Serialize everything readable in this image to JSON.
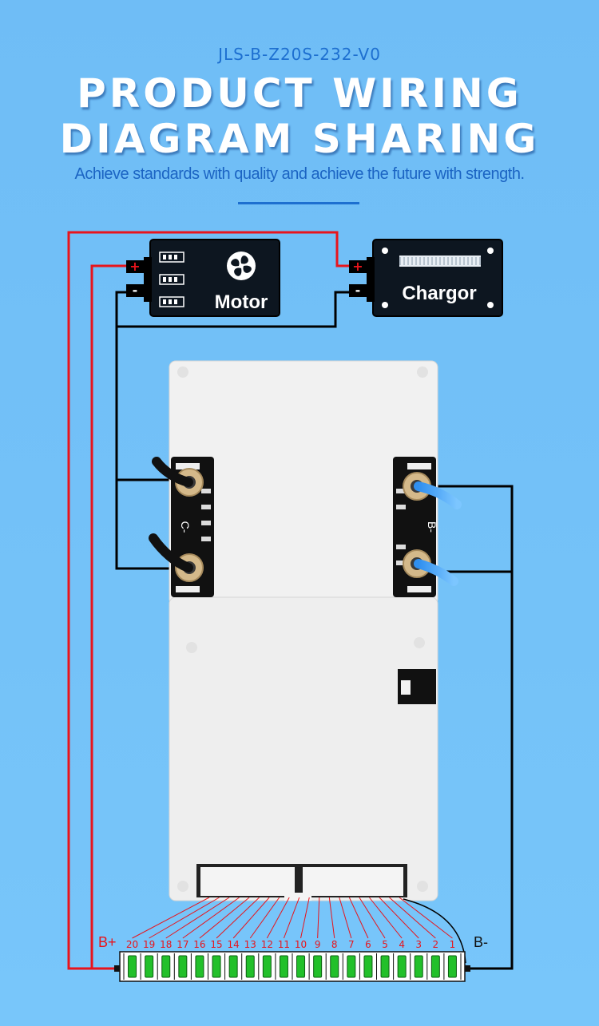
{
  "header": {
    "model": "JLS-B-Z20S-232-V0",
    "title_line1": "PRODUCT WIRING",
    "title_line2": "DIAGRAM SHARING",
    "subtitle": "Achieve standards with quality and achieve the future with strength."
  },
  "motor": {
    "label": "Motor",
    "plus": "+",
    "minus": "-"
  },
  "charger": {
    "label": "Chargor",
    "plus": "+",
    "minus": "-"
  },
  "board": {
    "c_minus": "C-",
    "b_minus_pad": "B-"
  },
  "battery": {
    "b_plus": "B+",
    "b_minus": "B-",
    "cells": [
      "20",
      "19",
      "18",
      "17",
      "16",
      "15",
      "14",
      "13",
      "12",
      "11",
      "10",
      "9",
      "8",
      "7",
      "6",
      "5",
      "4",
      "3",
      "2",
      "1"
    ]
  },
  "colors": {
    "background": "#72c0f8",
    "accent_blue": "#1d6fd0",
    "wire_red": "#e8141c",
    "wire_black": "#000000",
    "cell_green": "#22c02a",
    "board_white": "#f1f1f1"
  },
  "icons": [
    "fan-icon",
    "battery-level-icon",
    "charge-bar-icon"
  ]
}
